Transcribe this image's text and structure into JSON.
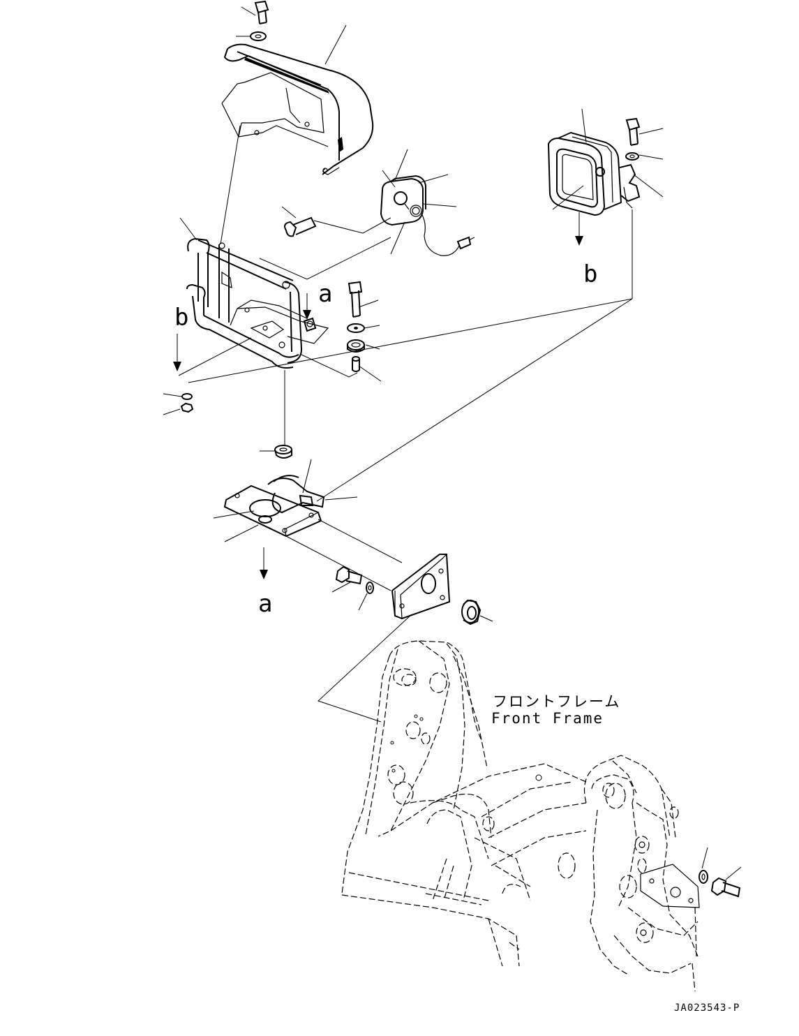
{
  "view_labels": {
    "a_upper": "a",
    "a_lower": "a",
    "b_upper": "b",
    "b_lower": "b"
  },
  "frame_label": {
    "japanese": "フロントフレーム",
    "english": "Front Frame"
  },
  "drawing_code": "JA023543-P"
}
